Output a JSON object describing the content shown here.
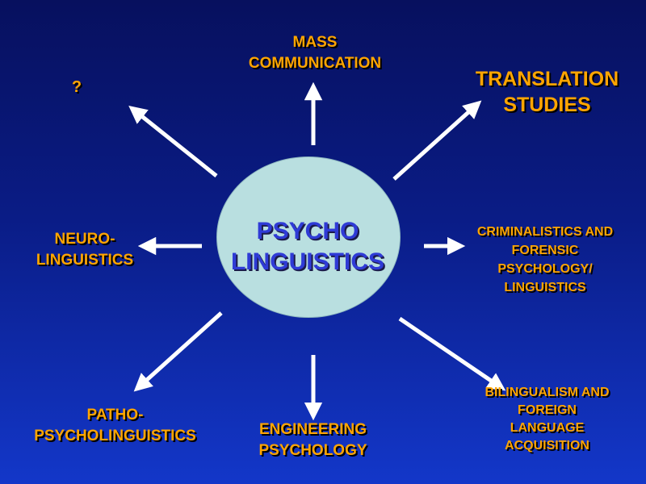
{
  "center": {
    "label": "PSYCHO\nLINGUISTICS"
  },
  "nodes": {
    "mass_communication": "MASS\nCOMMUNICATION",
    "translation_studies": "TRANSLATION\nSTUDIES",
    "question": "?",
    "neuro_linguistics": "NEURO-\nLINGUISTICS",
    "criminalistics": "CRIMINALISTICS AND\nFORENSIC\nPSYCHOLOGY/\nLINGUISTICS",
    "patho_psycholinguistics": "PATHO-\nPSYCHOLINGUISTICS",
    "engineering_psychology": "ENGINEERING\nPSYCHOLOGY",
    "bilingualism": "BILINGUALISM AND\nFOREIGN\nLANGUAGE\nACQUISITION"
  },
  "colors": {
    "background_top": "#07105e",
    "background_bottom": "#1337c9",
    "node_text": "#ffa500",
    "center_fill": "#b9dfe0",
    "center_text": "#2f3bd6",
    "arrow": "#ffffff"
  }
}
